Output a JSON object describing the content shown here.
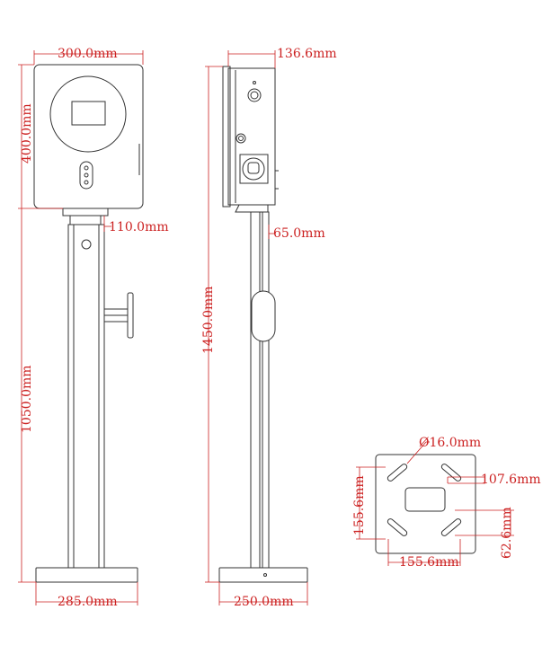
{
  "colors": {
    "dimension": "#cc2222",
    "outline": "#333333",
    "background": "#ffffff"
  },
  "front_view": {
    "box_width": "300.0mm",
    "box_height": "400.0mm",
    "post_width": "110.0mm",
    "post_height": "1050.0mm",
    "base_width": "285.0mm"
  },
  "side_view": {
    "box_depth": "136.6mm",
    "post_depth": "65.0mm",
    "total_height": "1450.0mm",
    "base_width": "250.0mm"
  },
  "base_plate": {
    "hole_diameter": "Ø16.0mm",
    "slot_spacing_x": "107.6mm",
    "plate_height": "155.6mm",
    "plate_width": "155.6mm",
    "slot_spacing_y": "62.6mm"
  }
}
